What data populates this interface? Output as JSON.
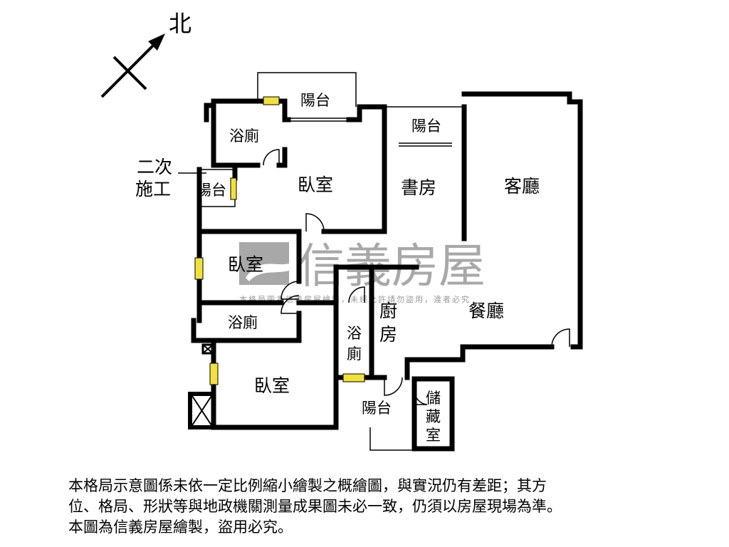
{
  "compass": {
    "north_label": "北"
  },
  "rooms": {
    "balcony_top_left": "陽台",
    "bath_top": "浴廁",
    "secondary_construction": "二次\n施工",
    "secondary_construction_line1": "二次",
    "secondary_construction_line2": "施工",
    "balcony_small": "陽台",
    "bedroom_master": "臥室",
    "balcony_study": "陽台",
    "study": "書房",
    "living_room": "客廳",
    "bedroom_middle": "臥室",
    "bath_middle": "浴廁",
    "kitchen_line1": "廚",
    "kitchen_line2": "房",
    "dining_room": "餐廳",
    "bath_small_line1": "浴",
    "bath_small_line2": "廁",
    "bedroom_bottom": "臥室",
    "balcony_bottom": "陽台",
    "storage_line1": "儲",
    "storage_line2": "藏",
    "storage_line3": "室"
  },
  "watermark": {
    "brand": "信義房屋",
    "notice": "本格局圖為信義房屋繪製，未經允許請勿盜用，違者必究"
  },
  "disclaimer": {
    "line1": "本格局示意圖係未依一定比例縮小繪製之概繪圖，與實況仍有差距；其方",
    "line2": "位、格局、形狀等與地政機關測量成果圖未必一致，仍須以房屋現場為準。",
    "line3": "本圖為信義房屋繪製，盜用必究。"
  },
  "colors": {
    "wall": "#000000",
    "window": "#f2e13a",
    "watermark": "#9a9a9a"
  }
}
